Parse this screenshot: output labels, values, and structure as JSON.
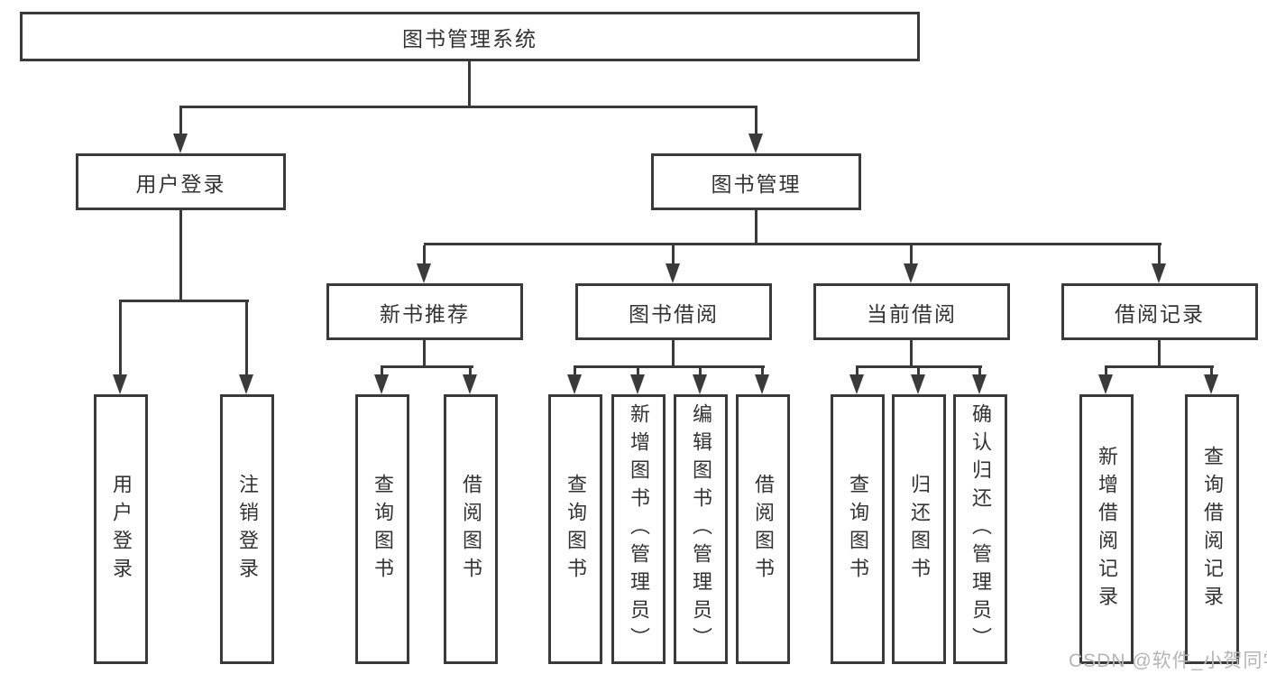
{
  "tree": {
    "root": "图书管理系统",
    "branches": [
      {
        "label": "用户登录",
        "children": [
          "用户登录",
          "注销登录"
        ]
      },
      {
        "label": "图书管理",
        "sections": [
          {
            "label": "新书推荐",
            "children": [
              "查询图书",
              "借阅图书"
            ]
          },
          {
            "label": "图书借阅",
            "children": [
              "查询图书",
              "新增图书（管理员）",
              "编辑图书（管理员）",
              "借阅图书"
            ]
          },
          {
            "label": "当前借阅",
            "children": [
              "查询图书",
              "归还图书",
              "确认归还（管理员）"
            ]
          },
          {
            "label": "借阅记录",
            "children": [
              "新增借阅记录",
              "查询借阅记录"
            ]
          }
        ]
      }
    ]
  },
  "watermark": {
    "text": "CSDN @软件_小贺同学"
  },
  "colors": {
    "line": "#3a3a3a",
    "text": "#333333",
    "watermark": "#b5b5b5",
    "background": "#ffffff"
  }
}
